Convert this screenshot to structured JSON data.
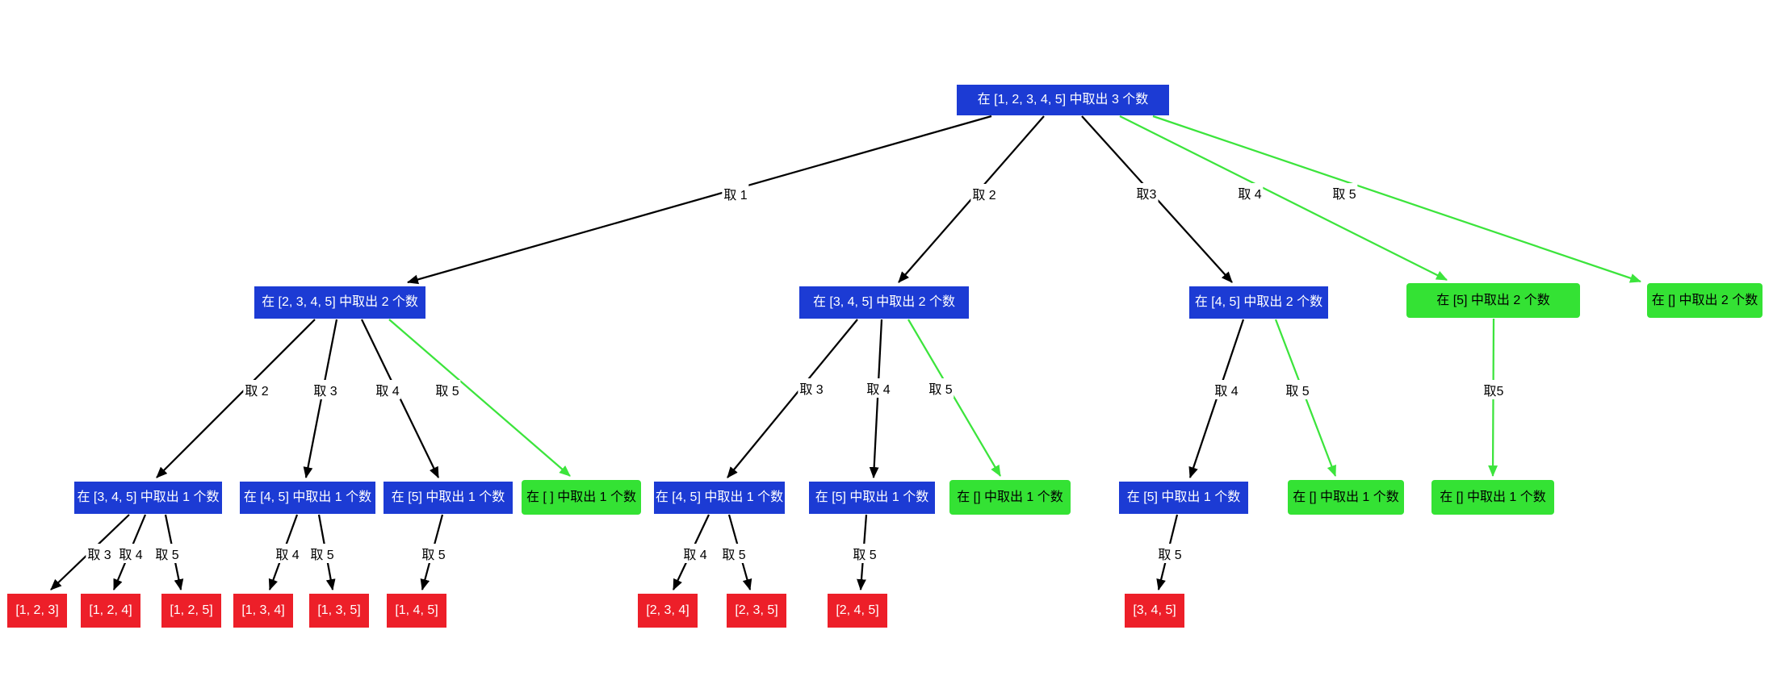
{
  "colors": {
    "node_blue": "#1c3bd4",
    "node_green": "#34e234",
    "node_red": "#ed1f29",
    "edge_black": "#000000",
    "edge_green": "#3ce43c",
    "text_on_blue": "#ffffff",
    "text_on_green": "#000000",
    "text_on_red": "#ffffff",
    "edge_label_text": "#000000",
    "background": "#ffffff"
  },
  "nodes": {
    "root": {
      "label": "在 [1, 2, 3, 4, 5] 中取出 3 个数",
      "type": "blue"
    },
    "n1": {
      "label": "在 [2, 3, 4, 5] 中取出 2 个数",
      "type": "blue"
    },
    "n2": {
      "label": "在 [3, 4, 5] 中取出 2 个数",
      "type": "blue"
    },
    "n3": {
      "label": "在 [4, 5] 中取出 2 个数",
      "type": "blue"
    },
    "n4": {
      "label": "在 [5] 中取出 2 个数",
      "type": "green"
    },
    "n5": {
      "label": "在 [] 中取出 2 个数",
      "type": "green"
    },
    "a1": {
      "label": "在 [3, 4, 5] 中取出 1 个数",
      "type": "blue"
    },
    "a2": {
      "label": "在 [4, 5] 中取出 1 个数",
      "type": "blue"
    },
    "a3": {
      "label": "在 [5] 中取出 1 个数",
      "type": "blue"
    },
    "a4": {
      "label": "在 [ ] 中取出 1 个数",
      "type": "green"
    },
    "b1": {
      "label": "在 [4, 5] 中取出 1 个数",
      "type": "blue"
    },
    "b2": {
      "label": "在 [5] 中取出 1 个数",
      "type": "blue"
    },
    "b3": {
      "label": "在 [] 中取出 1 个数",
      "type": "green"
    },
    "c1": {
      "label": "在 [5] 中取出 1 个数",
      "type": "blue"
    },
    "c2": {
      "label": "在 [] 中取出 1 个数",
      "type": "green"
    },
    "d1": {
      "label": "在 [] 中取出 1 个数",
      "type": "green"
    },
    "l1": {
      "label": "[1, 2, 3]",
      "type": "red"
    },
    "l2": {
      "label": "[1, 2, 4]",
      "type": "red"
    },
    "l3": {
      "label": "[1, 2, 5]",
      "type": "red"
    },
    "l4": {
      "label": "[1, 3, 4]",
      "type": "red"
    },
    "l5": {
      "label": "[1, 3, 5]",
      "type": "red"
    },
    "l6": {
      "label": "[1, 4, 5]",
      "type": "red"
    },
    "l7": {
      "label": "[2, 3, 4]",
      "type": "red"
    },
    "l8": {
      "label": "[2, 3, 5]",
      "type": "red"
    },
    "l9": {
      "label": "[2, 4, 5]",
      "type": "red"
    },
    "l10": {
      "label": "[3, 4, 5]",
      "type": "red"
    }
  },
  "edges": {
    "root_n1": {
      "label": "取 1",
      "color": "black"
    },
    "root_n2": {
      "label": "取 2",
      "color": "black"
    },
    "root_n3": {
      "label": "取3",
      "color": "black"
    },
    "root_n4": {
      "label": "取 4",
      "color": "green"
    },
    "root_n5": {
      "label": "取 5",
      "color": "green"
    },
    "n1_a1": {
      "label": "取 2",
      "color": "black"
    },
    "n1_a2": {
      "label": "取 3",
      "color": "black"
    },
    "n1_a3": {
      "label": "取 4",
      "color": "black"
    },
    "n1_a4": {
      "label": "取 5",
      "color": "green"
    },
    "n2_b1": {
      "label": "取 3",
      "color": "black"
    },
    "n2_b2": {
      "label": "取 4",
      "color": "black"
    },
    "n2_b3": {
      "label": "取 5",
      "color": "green"
    },
    "n3_c1": {
      "label": "取 4",
      "color": "black"
    },
    "n3_c2": {
      "label": "取 5",
      "color": "green"
    },
    "n4_d1": {
      "label": "取5",
      "color": "green"
    },
    "a1_l1": {
      "label": "取 3",
      "color": "black"
    },
    "a1_l2": {
      "label": "取 4",
      "color": "black"
    },
    "a1_l3": {
      "label": "取 5",
      "color": "black"
    },
    "a2_l4": {
      "label": "取 4",
      "color": "black"
    },
    "a2_l5": {
      "label": "取 5",
      "color": "black"
    },
    "a3_l6": {
      "label": "取 5",
      "color": "black"
    },
    "b1_l7": {
      "label": "取 4",
      "color": "black"
    },
    "b1_l8": {
      "label": "取 5",
      "color": "black"
    },
    "b2_l9": {
      "label": "取 5",
      "color": "black"
    },
    "c1_l10": {
      "label": "取 5",
      "color": "black"
    }
  }
}
